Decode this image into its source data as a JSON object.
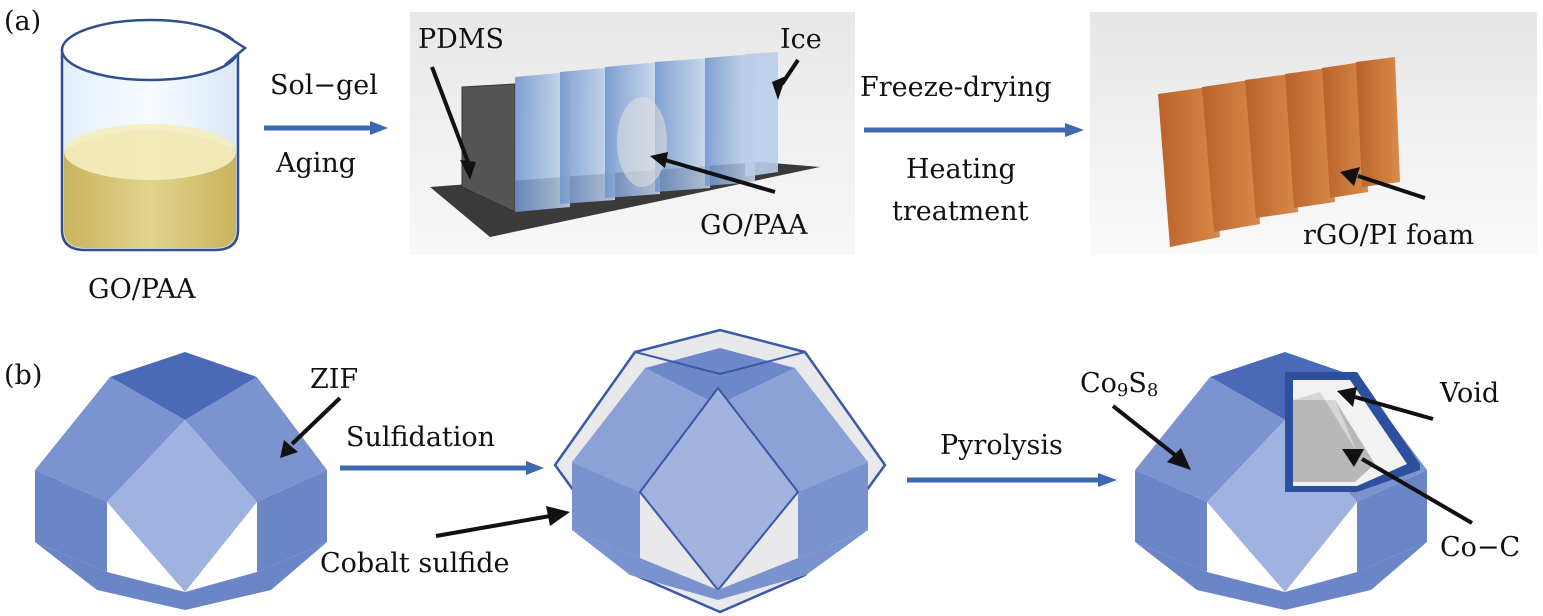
{
  "panel_a": {
    "label": "(a)",
    "beaker_label": "GO/PAA",
    "step1_top": "Sol−gel",
    "step1_bottom": "Aging",
    "mold_label_pdms": "PDMS",
    "mold_label_ice": "Ice",
    "mold_label_gopaa": "GO/PAA",
    "step2_top": "Freeze-drying",
    "step2_bottom_1": "Heating",
    "step2_bottom_2": "treatment",
    "foam_label": "rGO/PI foam"
  },
  "panel_b": {
    "label": "(b)",
    "zif_label": "ZIF",
    "step1": "Sulfidation",
    "shell_label": "Cobalt sulfide",
    "step2": "Pyrolysis",
    "co9s8_label_main": "Co",
    "co9s8_sub1": "9",
    "co9s8_mid": "S",
    "co9s8_sub2": "8",
    "void_label": "Void",
    "coc_label": "Co−C"
  },
  "colors": {
    "arrow_blue": "#3e68b0",
    "crystal_light": "#8fa5d8",
    "crystal_mid": "#7b93cf",
    "crystal_dark": "#4a6ab8",
    "foam_orange": "#c9793a",
    "liquid": "#d8c777"
  }
}
